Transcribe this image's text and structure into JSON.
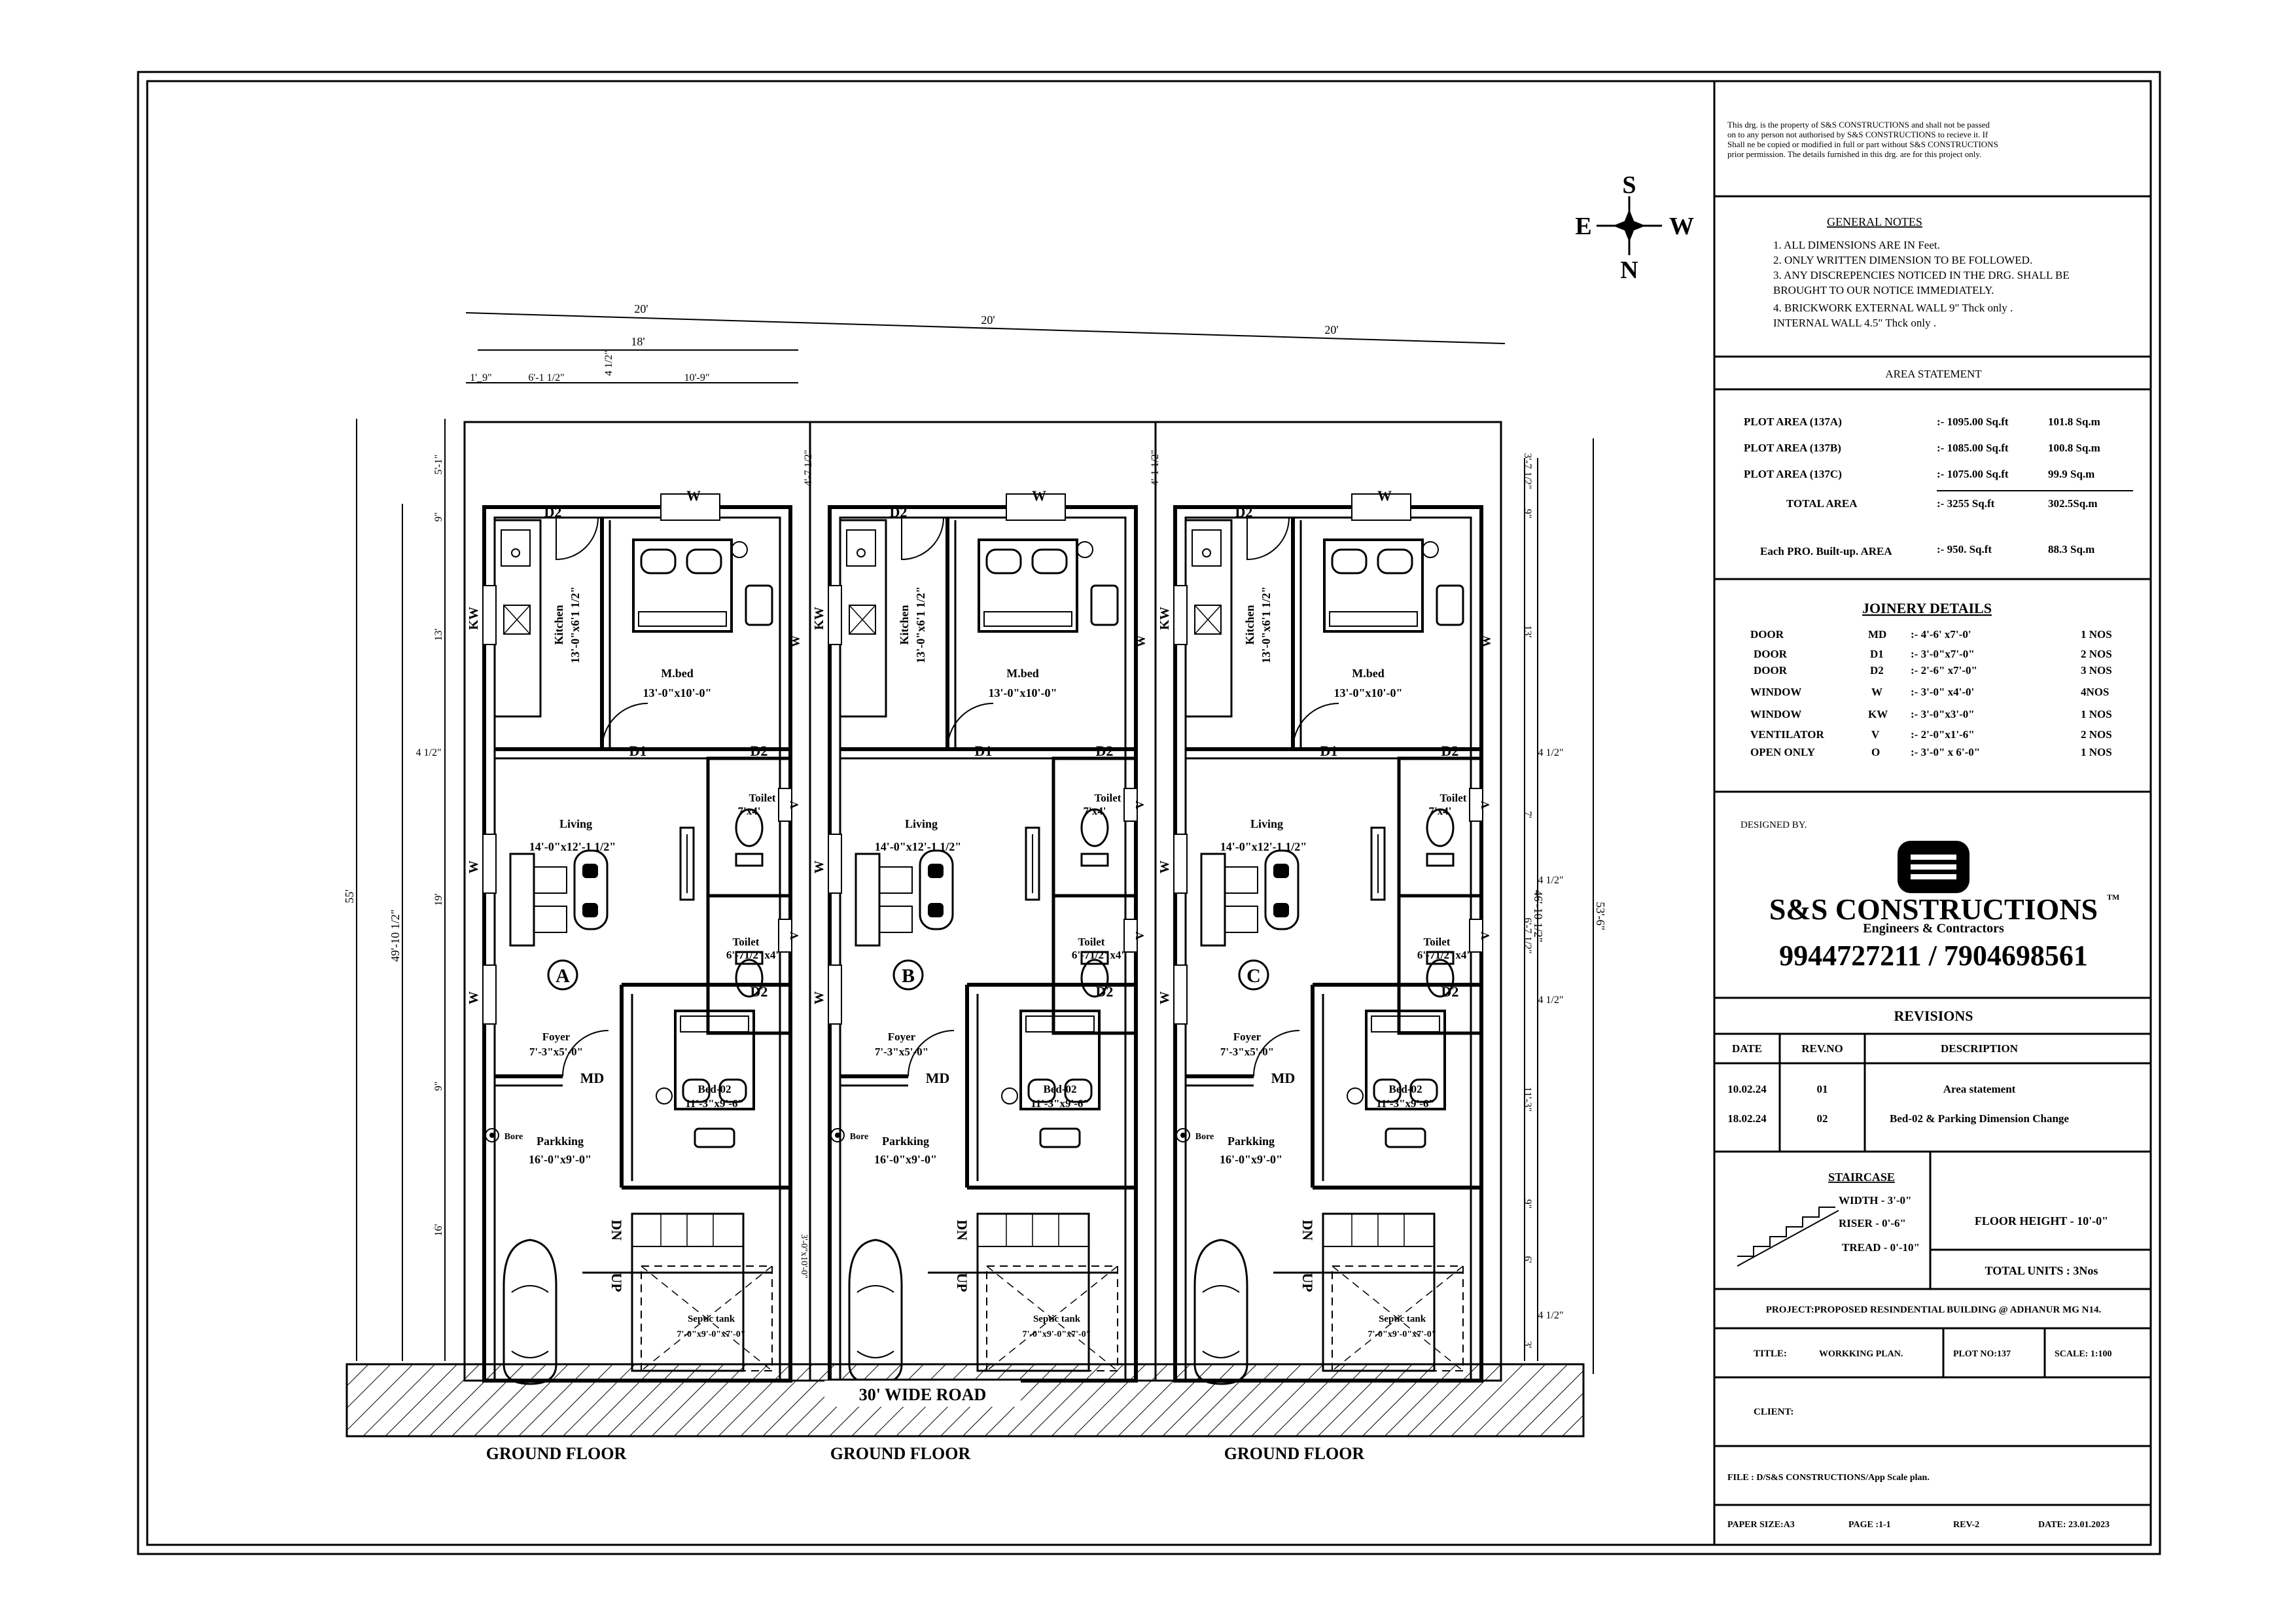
{
  "compass": {
    "s": "S",
    "e": "E",
    "w": "W",
    "n": "N"
  },
  "dimensions": {
    "top_20a": "20'",
    "top_20b": "20'",
    "top_20c": "20'",
    "top_18": "18'",
    "seg_1": "1'_9\"",
    "seg_2": "6'-1 1/2\"",
    "seg_3": "4 1/2\"",
    "seg_4": "10'-9\"",
    "left_55": "55'",
    "left_49": "49'-10 1/2\"",
    "left_5_1": "5'-1\"",
    "left_9": "9\"",
    "left_13": "13'",
    "left_4_5": "4 1/2\"",
    "left_19": "19'",
    "left_9b": "9\"",
    "left_16": "16'",
    "right_53": "53'-6\"",
    "right_46": "46'-10 1/2\"",
    "right_3_7": "3'-7 1/2\"",
    "right_9": "9\"",
    "right_13": "13'",
    "right_4_5a": "4 1/2\"",
    "right_7": "7'",
    "right_4_5b": "4 1/2\"",
    "right_6_7": "6'-7 1/2\"",
    "right_4_5c": "4 1/2\"",
    "right_11_3": "11'-3\"",
    "right_9b": "9\"",
    "right_6": "6'",
    "right_4_5d": "4 1/2\"",
    "right_3": "3'",
    "mid_4_7": "4'-7 1/2\"",
    "mid_4_1": "4'-1 1/2\"",
    "stair_w": "3'-0\"x10'-0\""
  },
  "units": [
    {
      "letter": "A"
    },
    {
      "letter": "B"
    },
    {
      "letter": "C"
    }
  ],
  "rooms": {
    "w_label": "W",
    "kw_label": "KW",
    "v_label": "V",
    "d1": "D1",
    "d2": "D2",
    "md": "MD",
    "kitchen": "Kitchen",
    "kitchen_size": "13'-0\"x6'1 1/2\"",
    "mbed": "M.bed",
    "mbed_size": "13'-0\"x10'-0\"",
    "living": "Living",
    "living_size": "14'-0\"x12'-1 1/2\"",
    "toilet1": "Toilet",
    "toilet1_size": "7'x4'",
    "toilet2": "Toilet",
    "toilet2_size": "6'-71/2\"x4'",
    "foyer": "Foyer",
    "foyer_size": "7'-3\"x5'-0\"",
    "bed02": "Bed-02",
    "bed02_size": "11'-3\"x9'-6\"",
    "parking": "Parkking",
    "parking_size": "16'-0\"x9'-0\"",
    "bore": "Bore",
    "dn": "DN",
    "up": "UP",
    "septic": "Septic tank",
    "septic_size": "7'-0\"x9'-0\"x7'-0\""
  },
  "road": "30' WIDE ROAD",
  "floor_labels": [
    "GROUND FLOOR",
    "GROUND FLOOR",
    "GROUND FLOOR"
  ],
  "title_block": {
    "disclaimer": [
      "This drg. is the property of   S&S CONSTRUCTIONS and shall not be passed",
      "on to any person not authorised by S&S CONSTRUCTIONS to recieve it.  If",
      "Shall ne be copied or modified in full or part without S&S CONSTRUCTIONS",
      "prior permission.  The details furnished in this drg. are for this project only."
    ],
    "general_notes_title": "GENERAL NOTES",
    "general_notes": [
      "1. ALL DIMENSIONS ARE IN Feet.",
      "2. ONLY  WRITTEN DIMENSION TO BE FOLLOWED.",
      "3. ANY DISCREPENCIES NOTICED IN THE DRG. SHALL BE",
      "   BROUGHT TO OUR NOTICE IMMEDIATELY.",
      "4. BRICKWORK EXTERNAL WALL 9\" Thck only .",
      "   INTERNAL WALL 4.5\" Thck only ."
    ],
    "area_title": "AREA STATEMENT",
    "area_rows": [
      {
        "label": "PLOT AREA (137A)",
        "sqft": ":- 1095.00 Sq.ft",
        "sqm": "101.8 Sq.m"
      },
      {
        "label": "PLOT AREA (137B)",
        "sqft": ":- 1085.00 Sq.ft",
        "sqm": "100.8 Sq.m"
      },
      {
        "label": "PLOT AREA (137C)",
        "sqft": ":- 1075.00 Sq.ft",
        "sqm": "99.9 Sq.m"
      },
      {
        "label": "TOTAL  AREA",
        "sqft": ":- 3255 Sq.ft",
        "sqm": "302.5Sq.m"
      },
      {
        "label": "Each PRO. Built-up. AREA",
        "sqft": ":- 950. Sq.ft",
        "sqm": "88.3 Sq.m"
      }
    ],
    "joinery_title": "JOINERY DETAILS",
    "joinery_rows": [
      {
        "type": "DOOR",
        "code": "MD",
        "size": ":- 4'-6' x7'-0'",
        "qty": "1 NOS"
      },
      {
        "type": "DOOR",
        "code": "D1",
        "size": ":- 3'-0\"x7'-0\"",
        "qty": "2 NOS"
      },
      {
        "type": "DOOR",
        "code": "D2",
        "size": ":- 2'-6\" x7'-0\"",
        "qty": "3 NOS"
      },
      {
        "type": "WINDOW",
        "code": "W",
        "size": ":- 3'-0\" x4'-0'",
        "qty": "4NOS"
      },
      {
        "type": "WINDOW",
        "code": "KW",
        "size": ":- 3'-0\"x3'-0\"",
        "qty": "1 NOS"
      },
      {
        "type": "VENTILATOR",
        "code": "V",
        "size": ":- 2'-0\"x1'-6\"",
        "qty": "2 NOS"
      },
      {
        "type": "OPEN ONLY",
        "code": "O",
        "size": ":- 3'-0\" x 6'-0\"",
        "qty": "1 NOS"
      }
    ],
    "designed_by": "DESIGNED BY.",
    "company": "S&S CONSTRUCTIONS",
    "tm": "TM",
    "tagline": "Engineers & Contractors",
    "phone": "9944727211 / 7904698561",
    "revisions_title": "REVISIONS",
    "rev_headers": {
      "date": "DATE",
      "rev": "REV.NO",
      "desc": "DESCRIPTION"
    },
    "revisions": [
      {
        "date": "10.02.24",
        "rev": "01",
        "desc": "Area statement"
      },
      {
        "date": "18.02.24",
        "rev": "02",
        "desc": "Bed-02   &  Parking Dimension Change"
      }
    ],
    "staircase_title": "STAIRCASE",
    "stair_width": "WIDTH - 3'-0\"",
    "stair_riser": "RISER - 0'-6\"",
    "stair_tread": "TREAD - 0'-10\"",
    "floor_height": "FLOOR HEIGHT - 10'-0\"",
    "total_units": "TOTAL UNITS : 3Nos",
    "project": "PROJECT:PROPOSED RESINDENTIAL BUILDING @ ADHANUR MG N14.",
    "title_label": "TITLE:",
    "title_value": "WORKKING PLAN.",
    "plot_no": "PLOT NO:137",
    "scale": "SCALE: 1:100",
    "client": "CLIENT:",
    "file": "FILE : D/S&S CONSTRUCTIONS/App Scale plan.",
    "paper": "PAPER SIZE:A3",
    "page": "PAGE :1-1",
    "rev": "REV-2",
    "date": "DATE: 23.01.2023"
  }
}
